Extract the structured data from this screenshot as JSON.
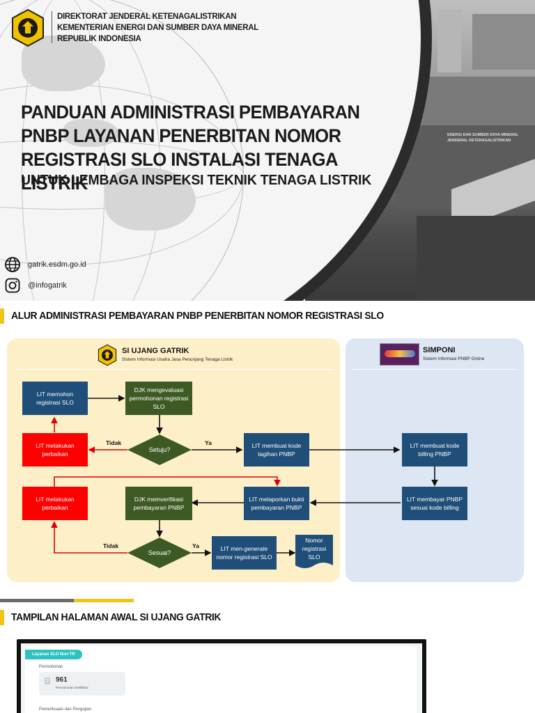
{
  "cover": {
    "org_lines": [
      "DIREKTORAT JENDERAL KETENAGALISTRIKAN",
      "KEMENTERIAN ENERGI DAN SUMBER DAYA MINERAL",
      "REPUBLIK INDONESIA"
    ],
    "title_lines": [
      "PANDUAN ADMINISTRASI PEMBAYARAN",
      "PNBP LAYANAN PENERBITAN NOMOR",
      "REGISTRASI SLO INSTALASI TENAGA LISTRIK"
    ],
    "subtitle": "UNTUK LEMBAGA INSPEKSI TEKNIK TENAGA LISTRIK",
    "website": "gatrik.esdm.go.id",
    "instagram": "@infogatrik",
    "building_sign_lines": [
      "ENERGI DAN SUMBER DAYA MINERAL",
      "JENDERAL KETENAGALISTRIKAN"
    ]
  },
  "section1": {
    "title": "ALUR ADMINISTRASI PEMBAYARAN PNBP PENERBITAN NOMOR REGISTRASI SLO"
  },
  "flow": {
    "left_system": {
      "name": "SI UJANG GATRIK",
      "sub": "Sistem Informasi Usaha Jasa Penunjang Tenaga Listrik"
    },
    "right_system": {
      "name": "SIMPONI",
      "sub": "Sistem Informasi PNBP Online"
    },
    "nodes": {
      "lit_request": "LIT memohon registrasi SLO",
      "djk_evaluate": "DJK mengevaluasi permohonan registrasi SLO",
      "approve": "Setuju?",
      "lit_fix1": "LIT melakukan perbaikan",
      "lit_invoice": "LIT membuat kode tagihan PNBP",
      "lit_billing": "LIT membuat kode billing PNBP",
      "lit_pay": "LIT membayar PNBP sesuai kode billing",
      "lit_report": "LIT melaporkan bukti pembayaran PNBP",
      "djk_verify": "DJK memverifikasi pembayaran PNBP",
      "lit_fix2": "LIT melakukan perbaikan",
      "match": "Sesuai?",
      "lit_generate_pre": "LIT men-",
      "lit_generate_em": "generate",
      "lit_generate_post": "nomor registrasi SLO",
      "doc": "Nomor registrasi SLO"
    },
    "labels": {
      "no1": "Tidak",
      "yes1": "Ya",
      "no2": "Tidak",
      "yes2": "Ya"
    }
  },
  "section2": {
    "title": "TAMPILAN HALAMAN AWAL SI UJANG GATRIK"
  },
  "preview": {
    "tab": "Layanan SLO Non-TR",
    "permohonan": "Permohonan",
    "count": "961",
    "count_sub": "Permohonan Sertifikasi",
    "pemeriksaan": "Pemeriksaan dan Pengujian"
  },
  "colors": {
    "accent_yellow": "#f0c419",
    "box_blue": "#1f4e79",
    "box_green": "#3e5a24",
    "box_red": "#ff0000",
    "panel_yellow": "#fdf0c8",
    "panel_blue": "#dce7f3"
  }
}
